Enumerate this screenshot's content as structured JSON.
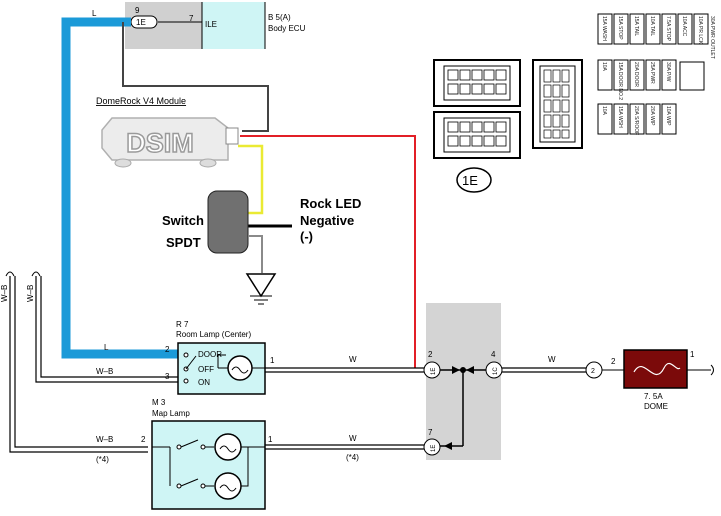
{
  "ecu": {
    "ref": "B 5(A)",
    "name": "Body ECU",
    "terminal_label": "ILE",
    "connector_pin": "9",
    "connector_id": "1E",
    "pin": "7"
  },
  "module": {
    "title": "DomeRock V4 Module",
    "logo_text": "DSIM"
  },
  "switch": {
    "label_line1": "Switch",
    "label_line2": "SPDT"
  },
  "rock_led": {
    "line1": "Rock LED",
    "line2": "Negative",
    "line3": "(-)"
  },
  "wires": {
    "l_top": "L",
    "l_bottom": "L",
    "wb_vertical_1": "W–B",
    "wb_vertical_2": "W–B",
    "wb_room": "W–B",
    "wb_map": "W–B",
    "w_room": "W",
    "w_map": "W",
    "w_dome": "W",
    "note_left": "(*4)",
    "note_right": "(*4)"
  },
  "room_lamp": {
    "ref": "R 7",
    "name": "Room Lamp (Center)",
    "pos_door": "DOOR",
    "pos_off": "OFF",
    "pos_on": "ON",
    "pin_top": "2",
    "pin_bottom": "3",
    "pin_right": "1"
  },
  "map_lamp": {
    "ref": "M 3",
    "name": "Map Lamp",
    "pin_left": "2",
    "pin_right": "1"
  },
  "junction": {
    "conn_room": "1E",
    "pin_room": "2",
    "conn_dome": "1C",
    "pin_dome": "4",
    "conn_map": "1E",
    "pin_map": "7"
  },
  "dome_fuse": {
    "pin": "2",
    "conn": "2",
    "rating": "7. 5A",
    "name": "DOME"
  },
  "connector_view": {
    "label": "1E"
  },
  "fuse_panel": {
    "row1": [
      "30A PWR OUTLET",
      "10A PR LCK",
      "10A ACC",
      "7.5A STOP",
      "10A TAIL",
      "15A TAIL",
      "15A STOP",
      "15A WASH"
    ],
    "row2": [
      "30A P/W",
      "25A PWR",
      "20A DOOR",
      "15A DOOR NO.2",
      "10A"
    ],
    "row3": [
      "10A WIP",
      "20A WIP",
      "20A S/ROOF",
      "15A WSH",
      "10A"
    ]
  }
}
